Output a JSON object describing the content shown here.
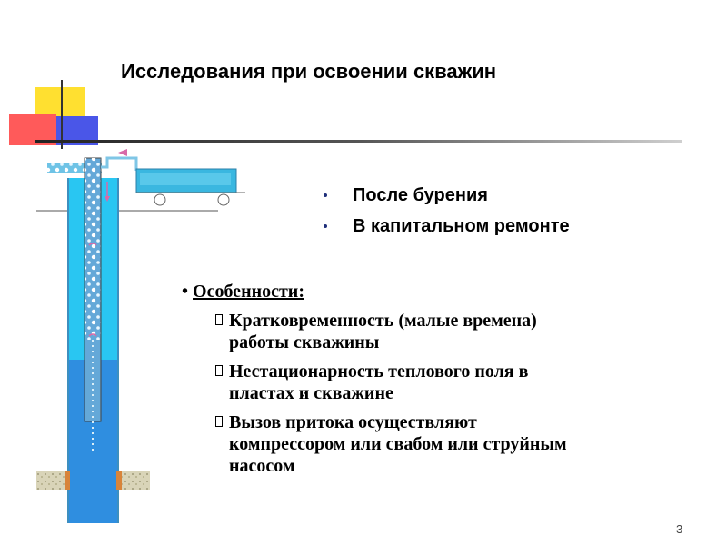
{
  "slide": {
    "title": "Исследования при освоении скважин",
    "page_number": "3"
  },
  "bullets_top": [
    {
      "text": "После бурения"
    },
    {
      "text": "В капитальном ремонте"
    }
  ],
  "features": {
    "bullet": "•",
    "heading": "Особенности:",
    "items": [
      {
        "line1": "Кратковременность (малые времена)",
        "line2": "работы скважины"
      },
      {
        "line1": "Нестационарность теплового поля в",
        "line2": "пластах и скважине"
      },
      {
        "line1": "Вызов притока осуществляют",
        "line2": "компрессором  или свабом или струйным",
        "line3": "насосом"
      }
    ]
  },
  "colors": {
    "well_light": "#29c6f2",
    "well_deep": "#2f8ee0",
    "truck": "#3ab7e0",
    "formation": "#cfcab0",
    "arrow": "#d86aa8"
  }
}
